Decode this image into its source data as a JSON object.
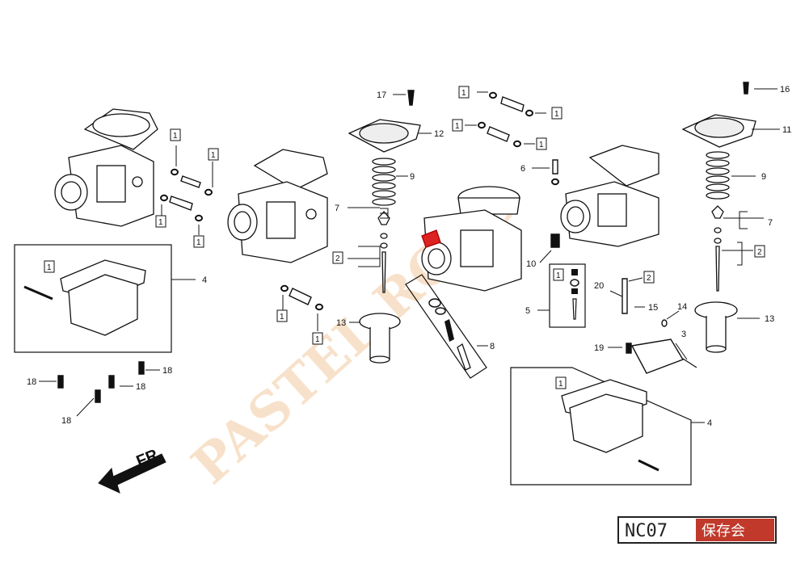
{
  "watermark": "PASTEL ROAD",
  "badge": {
    "code": "NC07",
    "name": "保存会"
  },
  "direction_label": "FR.",
  "callouts": {
    "c1": "1",
    "c2": "2",
    "c3": "3",
    "c4": "4",
    "c5": "5",
    "c6": "6",
    "c7": "7",
    "c8": "8",
    "c9": "9",
    "c10": "10",
    "c11": "11",
    "c12": "12",
    "c13": "13",
    "c14": "14",
    "c15": "15",
    "c16": "16",
    "c17": "17",
    "c18": "18",
    "c19": "19",
    "c20": "20"
  }
}
